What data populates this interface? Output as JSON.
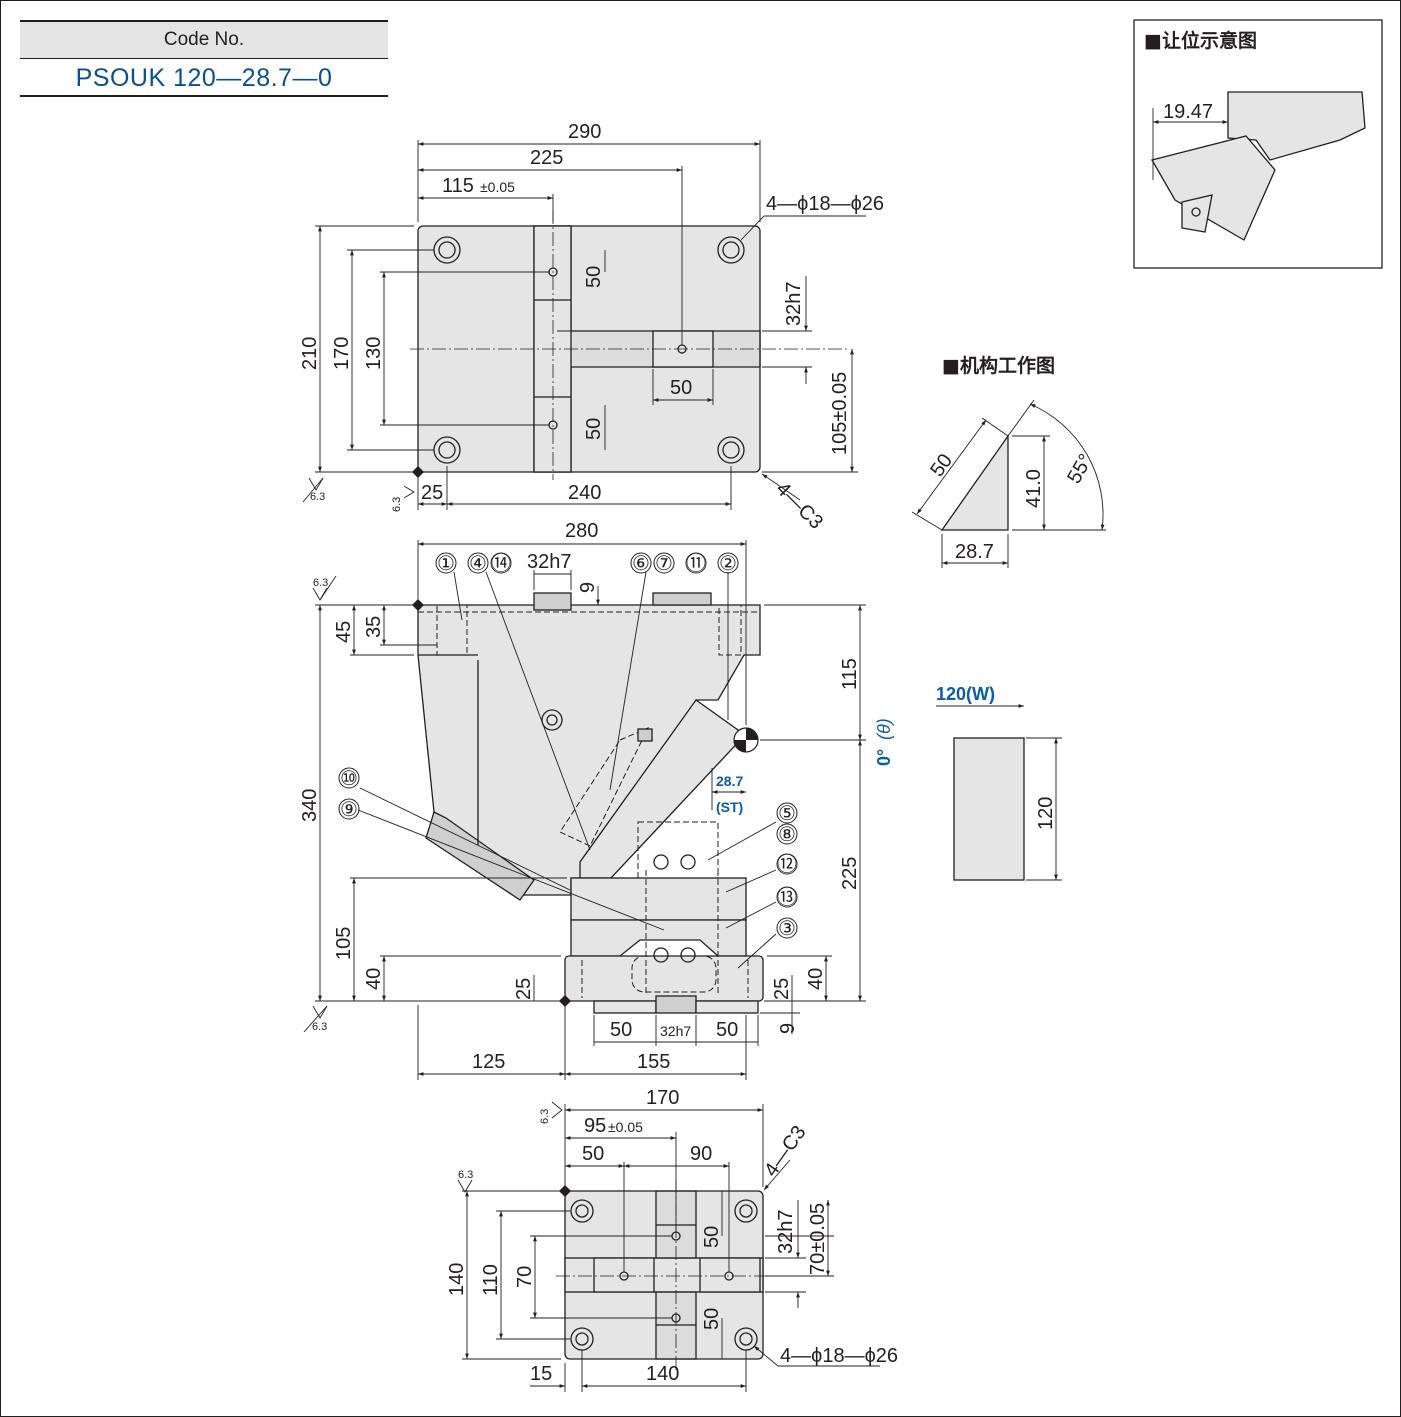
{
  "code_box": {
    "label": "Code No.",
    "value": "PSOUK 120—28.7—0"
  },
  "inset_clearance": {
    "title": "■让位示意图",
    "dim": "19.47"
  },
  "inset_mechanism": {
    "title": "■机构工作图",
    "dims": {
      "hyp": "50",
      "height": "41.0",
      "base": "28.7",
      "angle": "55°"
    }
  },
  "width_view": {
    "label": "120(W)",
    "height": "120"
  },
  "top_view": {
    "dims": {
      "w290": "290",
      "w225": "225",
      "w115": "115",
      "tol": "±0.05",
      "holes": "4—ϕ18—ϕ26",
      "h210": "210",
      "h170": "170",
      "h130": "130",
      "v50a": "50",
      "v50b": "50",
      "key": "32h7",
      "h50": "50",
      "h105": "105±0.05",
      "w25": "25",
      "w240": "240",
      "chamfer": "4—C3"
    }
  },
  "front_view": {
    "dims": {
      "w280": "280",
      "key": "32h7",
      "d9": "9",
      "d45": "45",
      "d35": "35",
      "h340": "340",
      "d115": "115",
      "theta": "0°",
      "theta_sym": "(θ)",
      "st_val": "28.7",
      "st_lbl": "(ST)",
      "d225": "225",
      "d105": "105",
      "d40a": "40",
      "d25a": "25",
      "d25b": "25",
      "d40b": "40",
      "d9b": "9",
      "b50a": "50",
      "bkey": "32h7",
      "b50b": "50",
      "w125": "125",
      "w155": "155"
    },
    "balloons": [
      "①",
      "④",
      "⑭",
      "⑥",
      "⑦",
      "⑪",
      "②",
      "⑩",
      "⑨",
      "⑤",
      "⑧",
      "⑫",
      "⑬",
      "③"
    ]
  },
  "bottom_view": {
    "dims": {
      "w170": "170",
      "w95": "95",
      "tol": "±0.05",
      "w50": "50",
      "w90": "90",
      "chamfer": "4—C3",
      "h140": "140",
      "h110": "110",
      "h70": "70",
      "v50a": "50",
      "key": "32h7",
      "v70": "70±0.05",
      "v50b": "50",
      "holes": "4—ϕ18—ϕ26",
      "w15": "15",
      "w140": "140"
    }
  },
  "roughness": "6.3"
}
